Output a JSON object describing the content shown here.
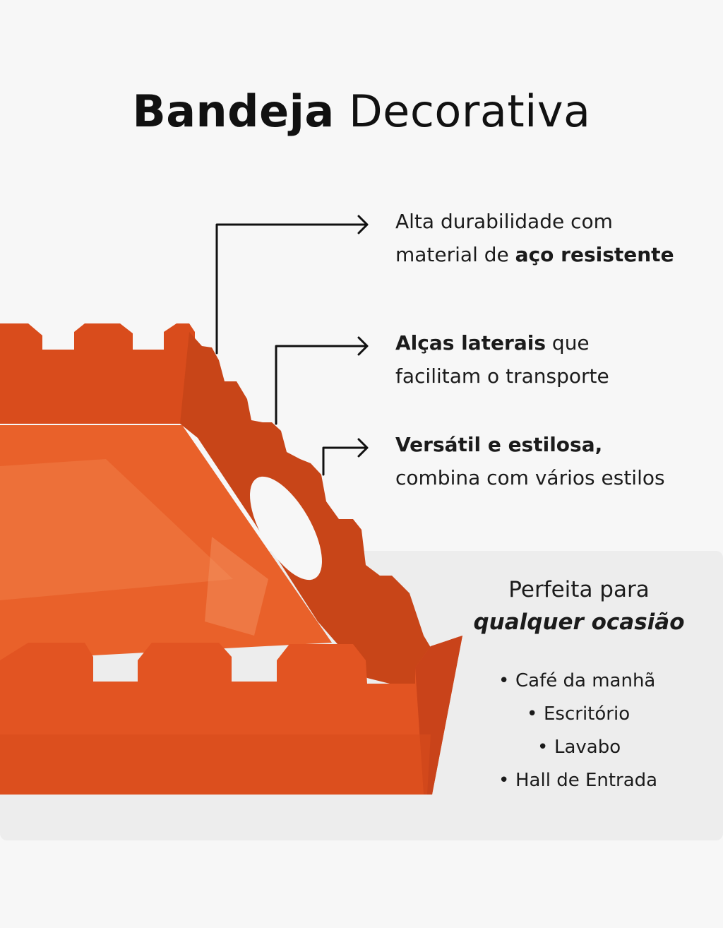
{
  "title": {
    "bold": "Bandeja",
    "light": "Decorativa"
  },
  "features": [
    {
      "pre": "Alta durabilidade com",
      "line2_pre": "material de ",
      "line2_bold": "aço resistente"
    },
    {
      "bold": "Alças laterais",
      "post": " que",
      "line2": "facilitam o transporte"
    },
    {
      "bold": "Versátil e estilosa,",
      "line2": "combina com vários estilos"
    }
  ],
  "occasion": {
    "line1": "Perfeita para",
    "line2": "qualquer ocasião"
  },
  "occasions": [
    "Café da manhã",
    "Escritório",
    "Lavabo",
    "Hall de Entrada"
  ],
  "bullet": "•",
  "colors": {
    "tray": "#e4551f",
    "tray_dark": "#c9431a",
    "tray_light": "#f07a45",
    "panel": "#ededed",
    "background": "#f7f7f7"
  }
}
